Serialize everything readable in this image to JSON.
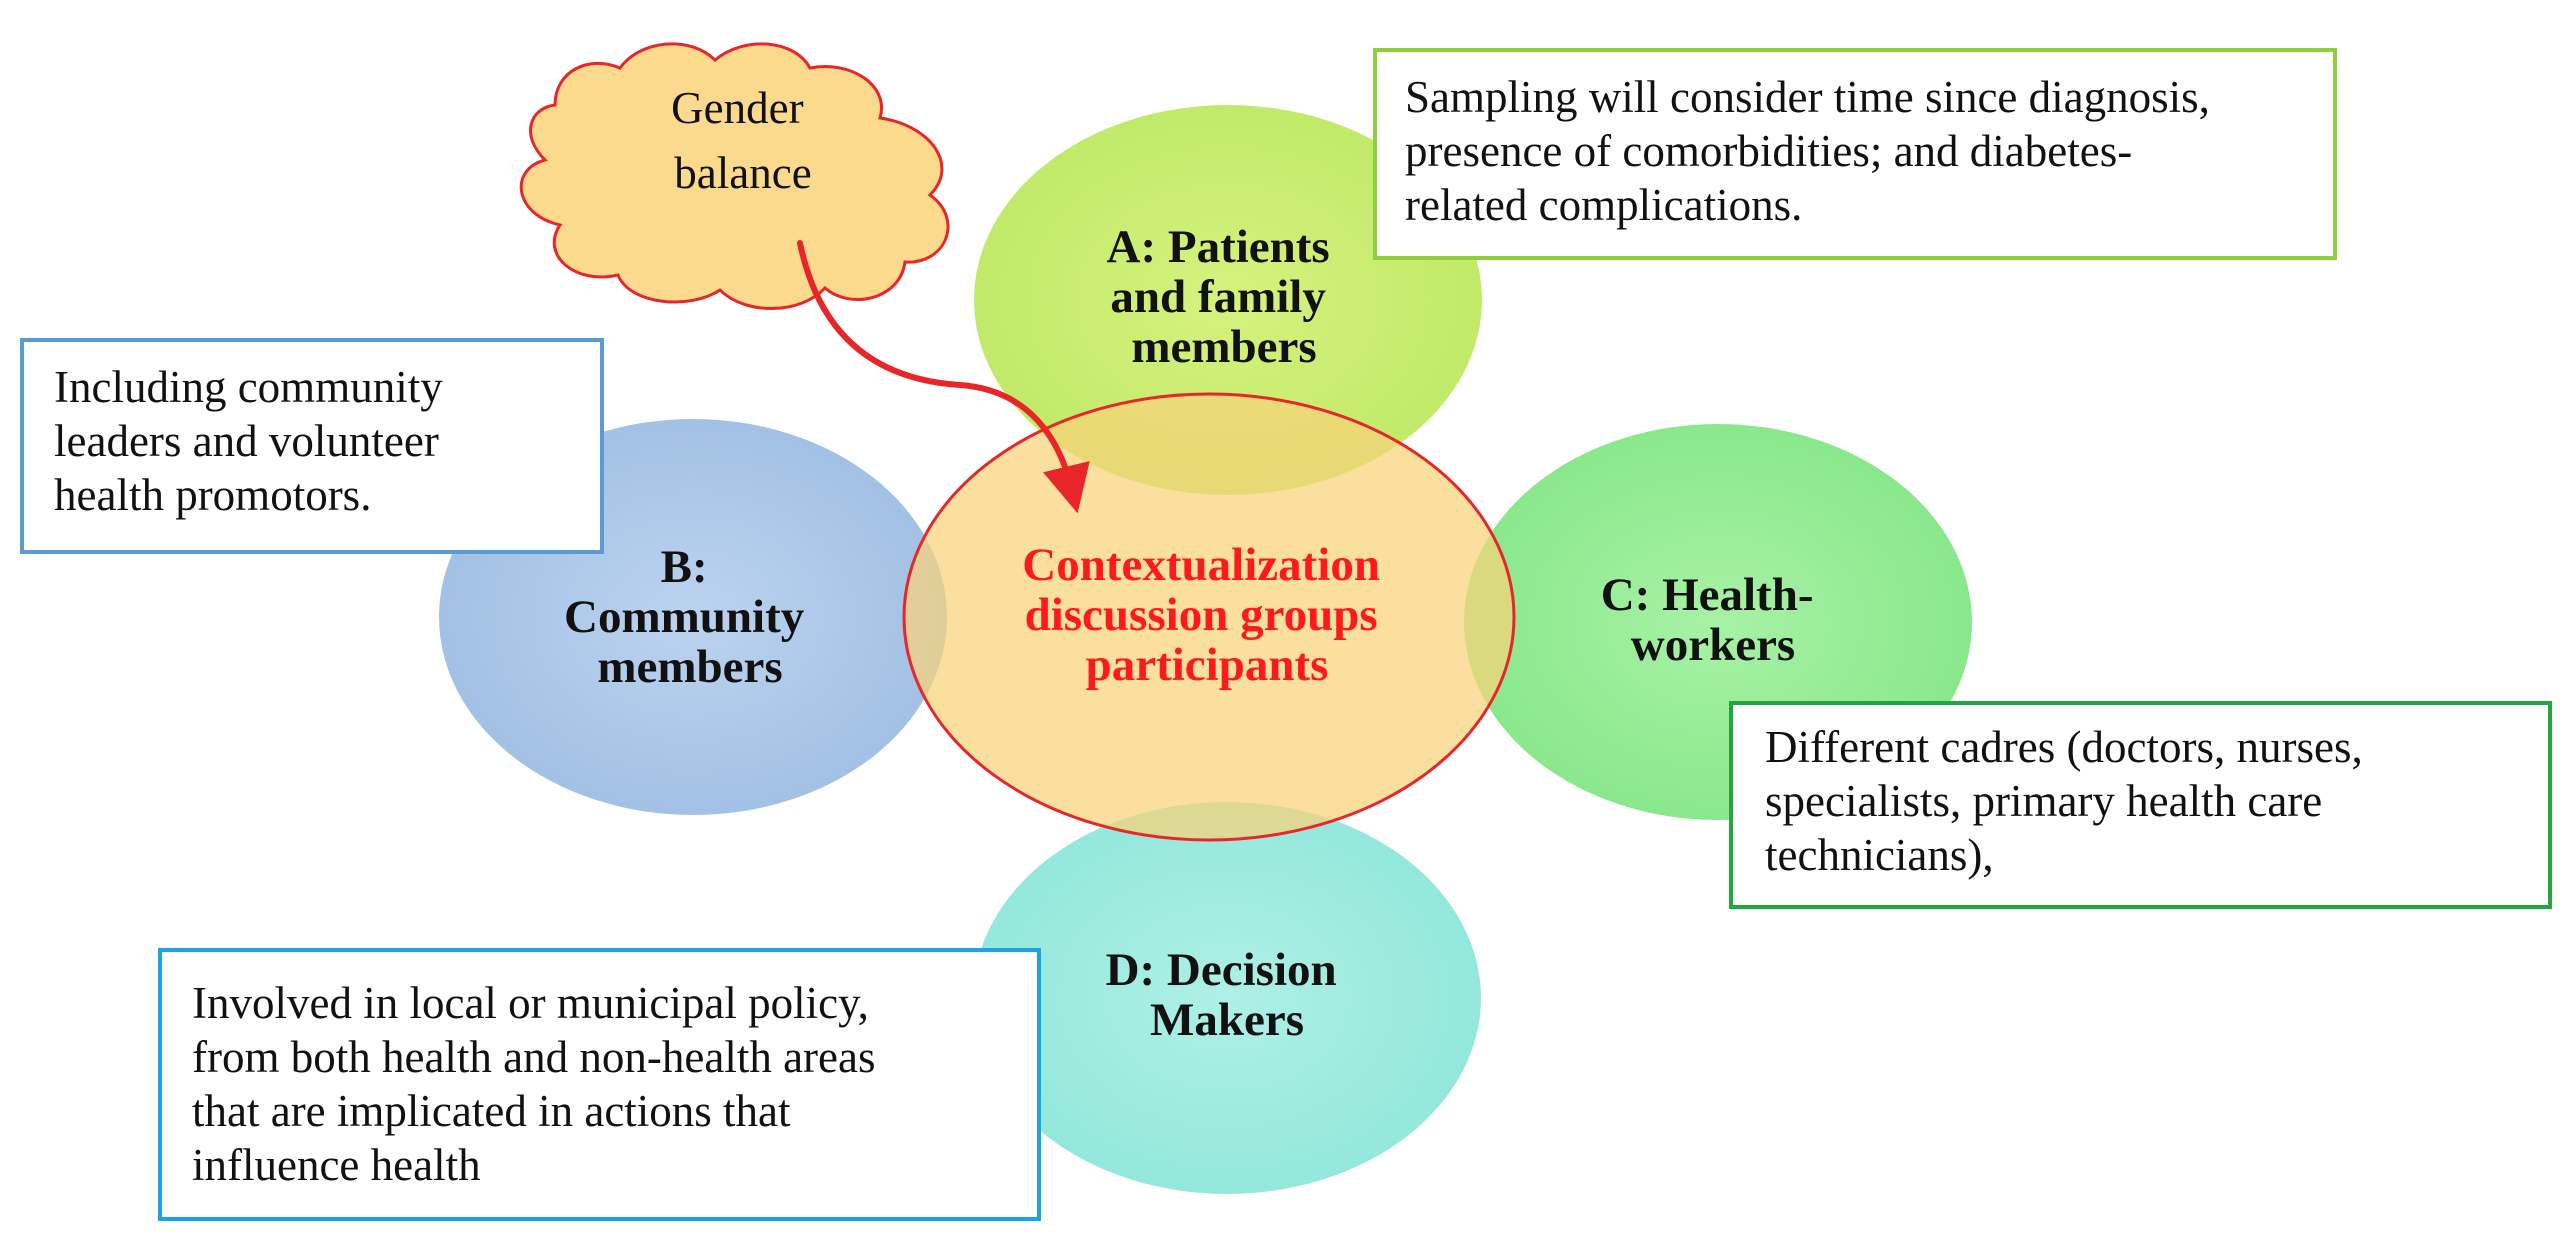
{
  "hub": {
    "lines": [
      "Contextualization",
      "discussion groups",
      "participants"
    ],
    "fill": "#f9d98a",
    "stroke": "#e8262a",
    "text_color": "#ff1a1a"
  },
  "groups": {
    "a": {
      "lines": [
        "A: Patients",
        "and family",
        "members"
      ],
      "color": "#c6ec6e"
    },
    "b": {
      "lines": [
        "B:",
        "Community",
        "members"
      ],
      "color": "#a9c4e6"
    },
    "c": {
      "lines": [
        "C: Health-",
        "workers"
      ],
      "color": "#8eea8e"
    },
    "d": {
      "lines": [
        "D: Decision",
        "Makers"
      ],
      "color": "#97e9de"
    }
  },
  "cloud": {
    "lines": [
      "Gender",
      "balance"
    ],
    "fill": "#fbd98d",
    "stroke": "#e8262a"
  },
  "notes": {
    "a": {
      "lines": [
        "Sampling will consider time since diagnosis,",
        "presence of comorbidities; and diabetes-",
        "related complications."
      ],
      "border": "#8fcf3c"
    },
    "b": {
      "lines": [
        "Including community",
        "leaders and volunteer",
        "health promotors."
      ],
      "border": "#5b9bd5"
    },
    "c": {
      "lines": [
        "Different cadres (doctors, nurses,",
        "specialists, primary health care",
        "technicians),"
      ],
      "border": "#22a63e"
    },
    "d": {
      "lines": [
        "Involved in local or municipal policy,",
        "from both health and non-health areas",
        "that are implicated in actions that",
        "influence health"
      ],
      "border": "#1aa4e0"
    }
  },
  "arrow": {
    "from": "cloud",
    "to": "hub",
    "color": "#e8262a"
  }
}
